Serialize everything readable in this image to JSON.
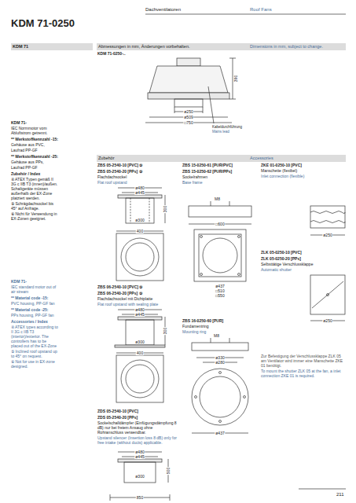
{
  "diagram": {
    "title": "KDM 71-0250",
    "nodes": [
      {
        "text": [
          "KDM 71"
        ]
      },
      {
        "text": [
          "Abmessungen in mm, Änderungen vorbehalten.",
          "Dimensions in mm, subject to change."
        ]
      },
      {
        "text": [
          "Zubehör",
          "Accessories"
        ]
      }
    ],
    "labels": [
      "Dachventilatoren",
      "Roof Fans",
      "KDM 71-0250-..",
      "390",
      "ø250",
      "ø509",
      "□750",
      "Kabeldurchführung",
      "Mains lead",
      "KDM 71-",
      "IEC Normmotor vom Abluftstrom getrennt.",
      "** Werkstoffkennzahl -15:",
      "Gehäuse aus PVC,",
      "Laufrad PP-GF",
      "** Werkstoffkennzahl -25:",
      "Gehäuse aus PPs,",
      "Laufrad PP-GF",
      "Zubehör / Index",
      "④ ATEX Typen gemäß II 3G c IIB T3 (innen)/außen. Schaltgeräte müssen außerhalb der EX-Zone platziert werden.",
      "⑤ Schrägdachsockel bis 45° auf Anfrage.",
      "⑥ Nicht für Verwendung in EX-Zonen geeignet.",
      "KDM 71-",
      "IEC standard motor out of air stream",
      "** Material code -15:",
      "PVC housing, PP-GF fan",
      "** Material code -25:",
      "PPs housing, PP-GF fan",
      "Accessories / Index",
      "④ ATEX types according to II 3G c IIB T3 (interior)/exterior. The controllers has to be placed out of the EX-Zone",
      "⑤ Inclined roof upstand up to 45° on request.",
      "⑥ Not for use in EX-zone designed.",
      "ZBS 05-2540-10 [PVC] ⑤",
      "ZBS 05-2540-20 [PPs] ⑤",
      "Flachdachsockel",
      "Flat roof upstand",
      "ø480",
      "ø445",
      "ø300",
      "300",
      "400",
      "ZBS 06-2540-10 [PVC] ⑤",
      "ZBS 06-2540-20 [PPs] ⑤",
      "Flachdachsockel mit Dichtplatte",
      "Flat roof upstand with sealing plate",
      "ø480",
      "ø445",
      "ø300",
      "300",
      "400",
      "ZDS 05-2540-10 [PVC]",
      "ZDS 05-2540-20 [PPs]",
      "Sockelschalldämpfer (Einfügungsdämpfung 8 dB) nur bei freiem Ansaug ohne Rohranschluss verwendbar.",
      "Upstand silencer (Insertion loss 8 dB) only for free intake (without ducts) applicable.",
      "ø480",
      "ø445",
      "500",
      "ø300",
      "850",
      "ZBS 15-0250-61 [PUR/PVC]",
      "ZBS 15-0250-62 [PUR/PPs]",
      "Sockelrahmen",
      "Base frame",
      "M8",
      "□600",
      "ø437",
      "□510",
      "□550",
      "ZBS 16-0250-60 [PUR]",
      "Fundamentring",
      "Mounting ring",
      "M8",
      "ø330",
      "ø280",
      "ø437",
      "ZKE 01-0250-10 [PVC]",
      "Manschette (flexibel)",
      "Inlet connection (flexible)",
      "ø250",
      "ZLK 05-0250-10 [PVC]",
      "ZLK 05-0250-20 [PPs]",
      "Selbsttätige Verschlussklappe",
      "Automatic shutter",
      "ø250",
      "Zur Befestigung der Verschlussklappe ZLK 05 am Ventilator wird immer eine Manschette ZKE 01 benötigt.",
      "To mount the shutter ZLK 05 at the fan, a inlet connection ZKE 01 is required.",
      "211"
    ]
  }
}
